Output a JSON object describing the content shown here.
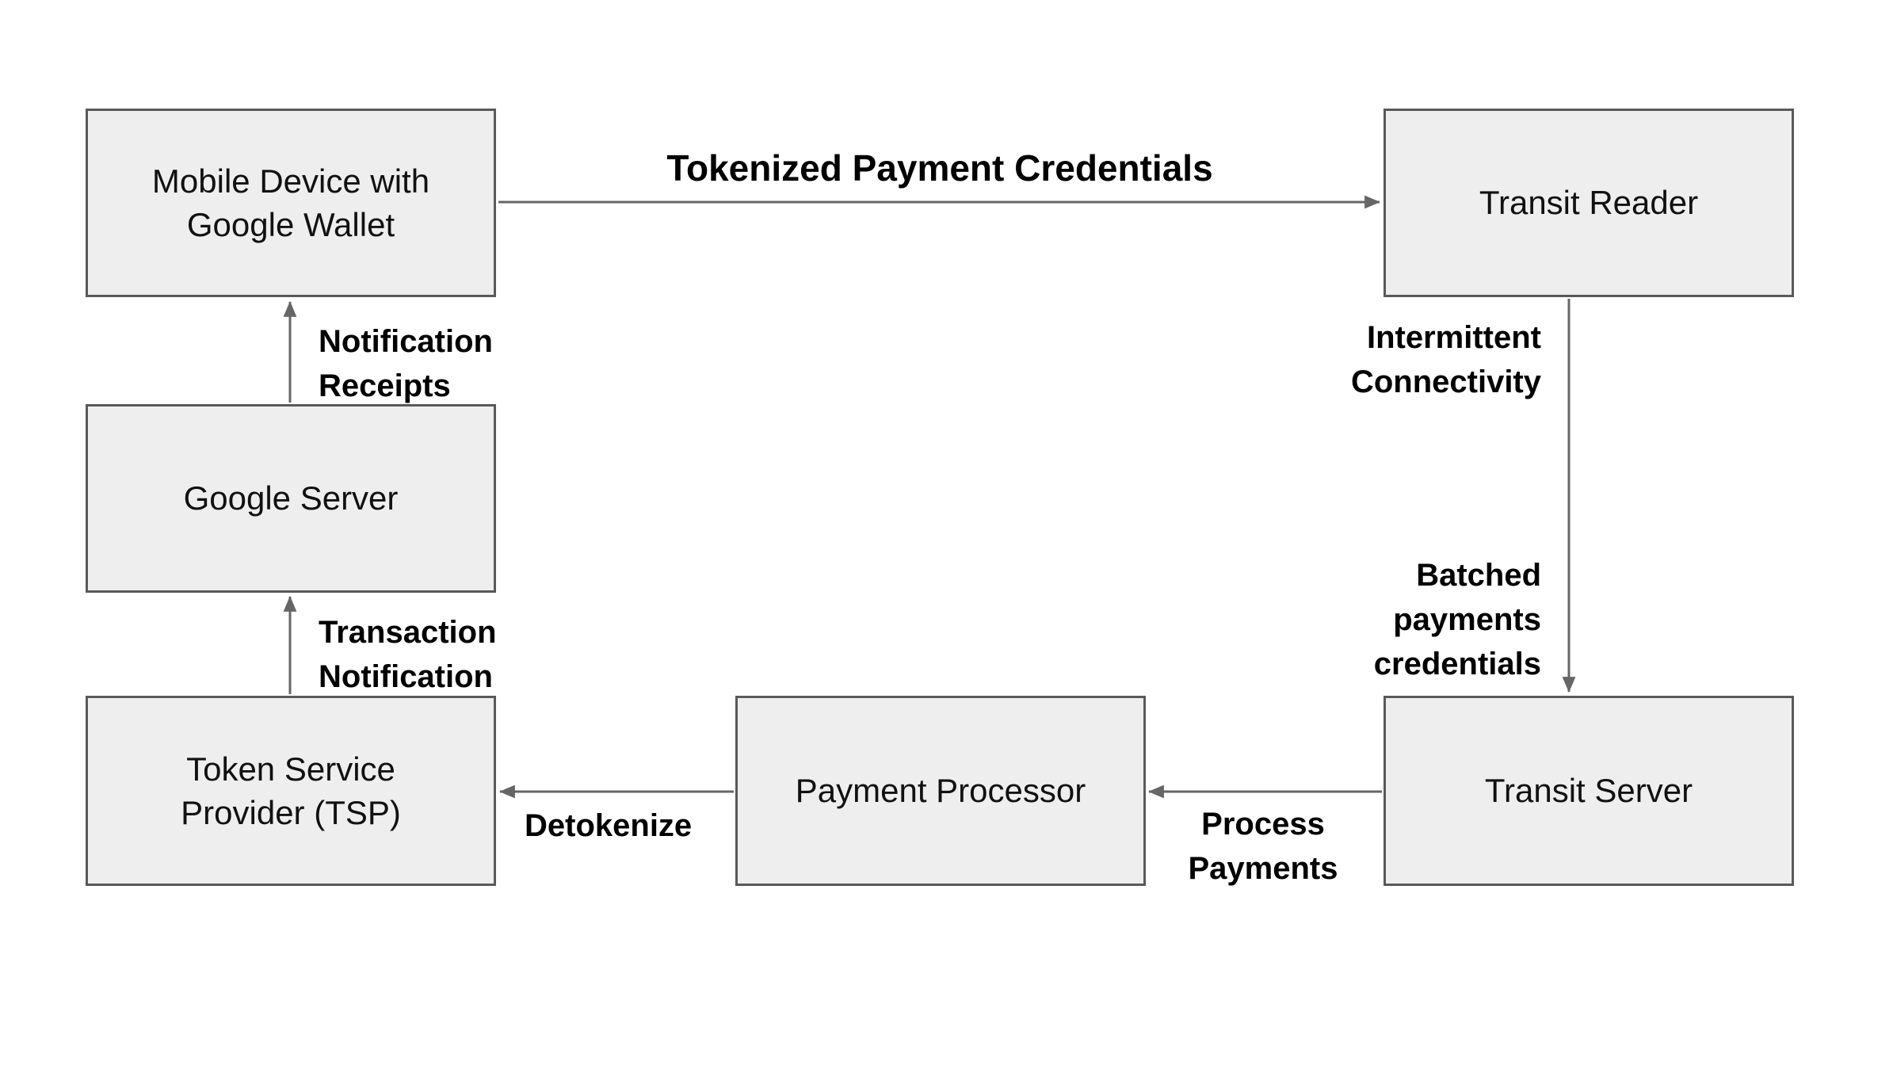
{
  "diagram": {
    "nodes": [
      {
        "id": "mobile-device",
        "label": "Mobile Device with Google Wallet"
      },
      {
        "id": "transit-reader",
        "label": "Transit Reader"
      },
      {
        "id": "google-server",
        "label": "Google Server"
      },
      {
        "id": "tsp",
        "label": "Token Service Provider (TSP)"
      },
      {
        "id": "payment-processor",
        "label": "Payment Processor"
      },
      {
        "id": "transit-server",
        "label": "Transit Server"
      }
    ],
    "edges": [
      {
        "id": "tokenized-payment-credentials",
        "label": "Tokenized Payment Credentials",
        "from": "mobile-device",
        "to": "transit-reader"
      },
      {
        "id": "notification-receipts",
        "label": "Notification Receipts",
        "from": "google-server",
        "to": "mobile-device"
      },
      {
        "id": "intermittent-connectivity",
        "label": "Intermittent Connectivity",
        "from": "transit-reader",
        "to": "transit-server"
      },
      {
        "id": "batched-payments-credentials",
        "label": "Batched payments credentials",
        "from": "transit-reader",
        "to": "transit-server"
      },
      {
        "id": "transaction-notification",
        "label": "Transaction Notification",
        "from": "tsp",
        "to": "google-server"
      },
      {
        "id": "detokenize",
        "label": "Detokenize",
        "from": "payment-processor",
        "to": "tsp"
      },
      {
        "id": "process-payments",
        "label": "Process Payments",
        "from": "transit-server",
        "to": "payment-processor"
      }
    ],
    "colors": {
      "background": "#ffffff",
      "node_fill": "#eeeeee",
      "node_border": "#595959",
      "node_text": "#111111",
      "label_text": "#000000",
      "arrow": "#666666"
    }
  }
}
